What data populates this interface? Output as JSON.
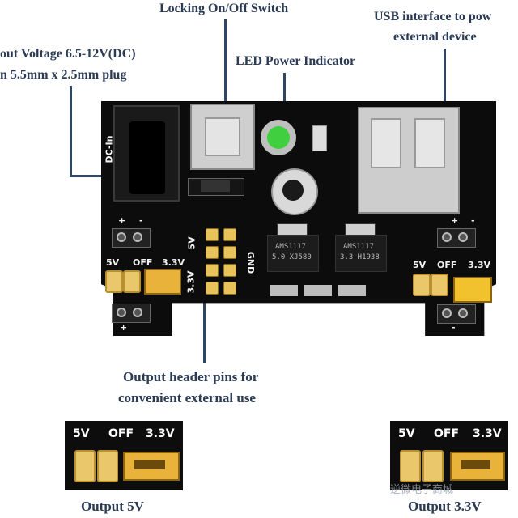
{
  "labels": {
    "locking_switch": "Locking On/Off Switch",
    "usb_line1": "USB interface to pow",
    "usb_line2": "external device",
    "input_line1": "out Voltage 6.5-12V(DC)",
    "input_line2": "n 5.5mm x 2.5mm plug",
    "led": "LED Power Indicator",
    "header_line1": "Output header pins for",
    "header_line2": "convenient external use",
    "output_5v": "Output 5V",
    "output_33v": "Output 3.3V"
  },
  "board": {
    "dc_in": "DC-In",
    "plus": "+",
    "minus": "-",
    "five_v": "5V",
    "off": "OFF",
    "three_v": "3.3V",
    "gnd": "GND",
    "reg1_line1": "AMS1117",
    "reg1_line2": "5.0 XJ580",
    "reg2_line1": "AMS1117",
    "reg2_line2": "3.3 H1938"
  },
  "insets": {
    "five_v": "5V",
    "off": "OFF",
    "three_v": "3.3V",
    "watermark": "逆微电子商城"
  },
  "colors": {
    "label_text": "#2b3b55",
    "board": "#0c0c0c",
    "pin_header": "#e8c25a",
    "led": "#3fcf3f"
  }
}
